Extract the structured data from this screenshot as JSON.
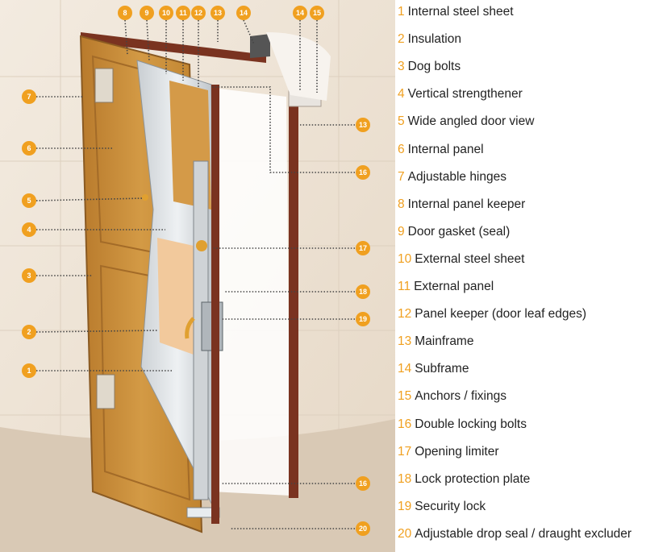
{
  "colors": {
    "accent": "#f0a020",
    "wood": "#c98a35",
    "frame": "#7a3320",
    "wall": "#efe5d8",
    "floor": "#d8c8b6",
    "leader": "#444444"
  },
  "legend": [
    {
      "num": "1",
      "label": "Internal steel sheet"
    },
    {
      "num": "2",
      "label": "Insulation"
    },
    {
      "num": "3",
      "label": "Dog bolts"
    },
    {
      "num": "4",
      "label": "Vertical strengthener"
    },
    {
      "num": "5",
      "label": "Wide angled door view"
    },
    {
      "num": "6",
      "label": "Internal panel"
    },
    {
      "num": "7",
      "label": "Adjustable hinges"
    },
    {
      "num": "8",
      "label": "Internal panel keeper"
    },
    {
      "num": "9",
      "label": "Door gasket (seal)"
    },
    {
      "num": "10",
      "label": "External steel sheet"
    },
    {
      "num": "11",
      "label": "External panel"
    },
    {
      "num": "12",
      "label": "Panel keeper (door leaf edges)"
    },
    {
      "num": "13",
      "label": "Mainframe"
    },
    {
      "num": "14",
      "label": "Subframe"
    },
    {
      "num": "15",
      "label": "Anchors / fixings"
    },
    {
      "num": "16",
      "label": "Double locking bolts"
    },
    {
      "num": "17",
      "label": "Opening limiter"
    },
    {
      "num": "18",
      "label": "Lock protection plate"
    },
    {
      "num": "19",
      "label": "Security lock"
    },
    {
      "num": "20",
      "label": "Adjustable drop seal / draught excluder"
    }
  ],
  "callouts": {
    "c8": "8",
    "c9": "9",
    "c10": "10",
    "c11": "11",
    "c12": "12",
    "c13t": "13",
    "c14t": "14",
    "c14r": "14",
    "c15r": "15",
    "c7": "7",
    "c6": "6",
    "c5": "5",
    "c4": "4",
    "c3": "3",
    "c2": "2",
    "c1": "1",
    "c13r": "13",
    "c16a": "16",
    "c17": "17",
    "c18": "18",
    "c19": "19",
    "c16b": "16",
    "c20": "20"
  }
}
